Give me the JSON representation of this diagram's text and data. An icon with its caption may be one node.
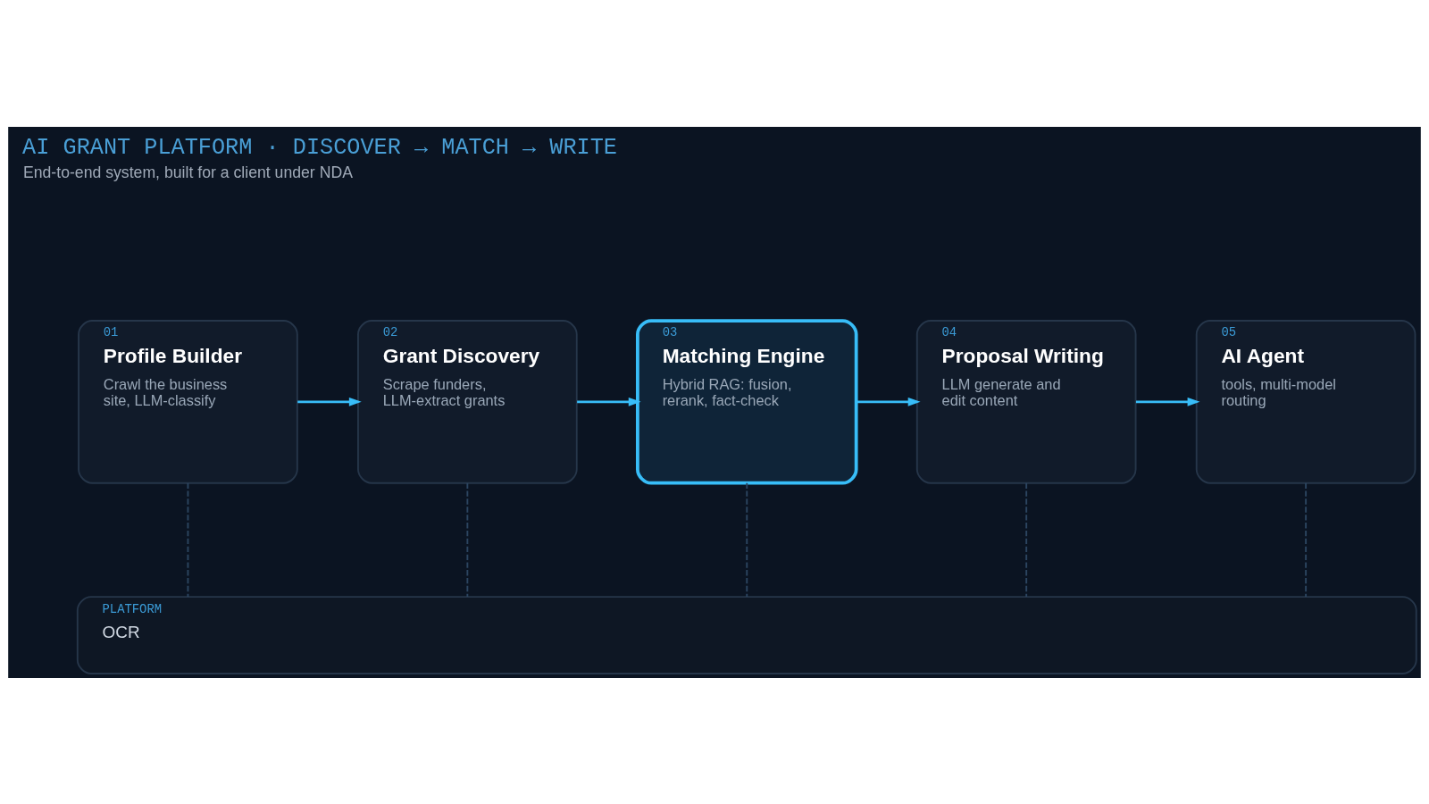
{
  "diagram": {
    "title": "AI GRANT PLATFORM · DISCOVER → MATCH → WRITE",
    "nodes": [
      {
        "text": [
          "01",
          "Profile Builder",
          "Crawl the business site, LLM-classify"
        ]
      },
      {
        "text": [
          "02",
          "Grant Discovery",
          "Scrape funders, LLM-extract grants"
        ]
      },
      {
        "text": [
          "03",
          "Matching Engine",
          "Hybrid RAG: fusion, rerank, fact-check"
        ]
      },
      {
        "text": [
          "04",
          "Proposal Writing",
          "LLM generate and edit content"
        ]
      },
      {
        "text": [
          "05",
          "AI Agent",
          "tools, multi-model routing"
        ]
      },
      {
        "text": [
          "PLATFORM",
          "OCR"
        ]
      }
    ],
    "edges": [
      {
        "from": 0,
        "to": 1,
        "arrow": "to",
        "color": "#38bdf8"
      },
      {
        "from": 1,
        "to": 2,
        "arrow": "to",
        "color": "#38bdf8"
      },
      {
        "from": 2,
        "to": 3,
        "arrow": "to",
        "color": "#38bdf8"
      },
      {
        "from": 3,
        "to": 4,
        "arrow": "to",
        "color": "#38bdf8"
      },
      {
        "from": 0,
        "to": 5,
        "arrow": "none",
        "style": "dashed"
      },
      {
        "from": 1,
        "to": 5,
        "arrow": "none",
        "style": "dashed"
      },
      {
        "from": 2,
        "to": 5,
        "arrow": "none",
        "style": "dashed"
      },
      {
        "from": 3,
        "to": 5,
        "arrow": "none",
        "style": "dashed"
      },
      {
        "from": 4,
        "to": 5,
        "arrow": "none",
        "style": "dashed"
      }
    ],
    "labels": [
      "End-to-end system, built for a client under NDA"
    ]
  }
}
